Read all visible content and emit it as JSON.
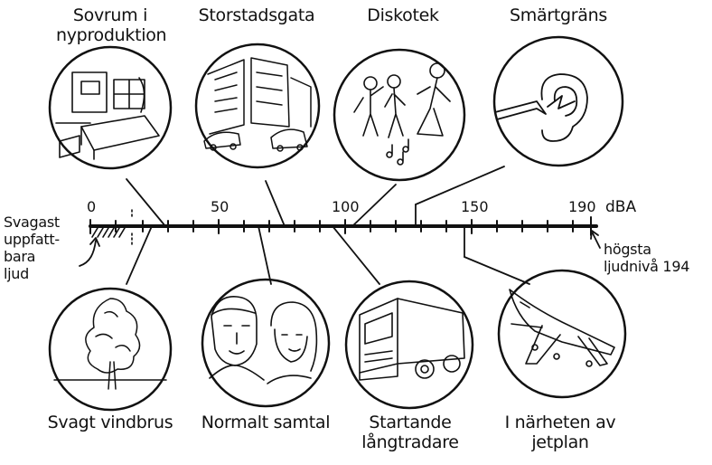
{
  "scale": {
    "unit": "dBA",
    "ticks": [
      {
        "label": "0",
        "value": 0
      },
      {
        "label": "50",
        "value": 50
      },
      {
        "label": "100",
        "value": 100
      },
      {
        "label": "150",
        "value": 150
      },
      {
        "label": "190",
        "value": 190
      }
    ],
    "left_note": "Svagast uppfatt- bara ljud",
    "right_note": "högsta ljudnivå 194"
  },
  "top_scenes": [
    {
      "label": "Sovrum i nyproduktion",
      "picture": "bedroom-icon"
    },
    {
      "label": "Storstadsgata",
      "picture": "city-street-icon"
    },
    {
      "label": "Diskotek",
      "picture": "dancers-icon"
    },
    {
      "label": "Smärtgräns",
      "picture": "ear-icon"
    }
  ],
  "bottom_scenes": [
    {
      "label": "Svagt vindbrus",
      "picture": "tree-icon"
    },
    {
      "label": "Normalt samtal",
      "picture": "two-faces-icon"
    },
    {
      "label": "Startande långtradare",
      "picture": "truck-icon"
    },
    {
      "label": "I närheten av jetplan",
      "picture": "jet-icon"
    }
  ]
}
